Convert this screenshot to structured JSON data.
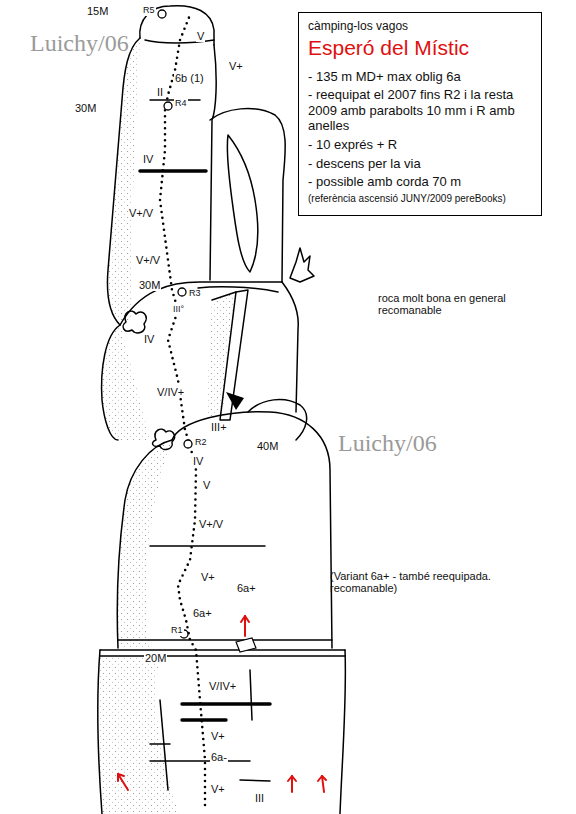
{
  "diagram": {
    "nodes": [
      {
        "text": [
          "càmping-los vagos",
          "Esperó del Místic",
          "- 135 m MD+ max oblig 6a",
          "- reequipat el 2007 fins R2 i la resta 2009 amb parabolts 10 mm i R amb anelles",
          "- 10 exprés + R",
          "- descens per la via",
          "- possible amb corda 70 m",
          "(referència ascensió JUNY/2009 pereBooks)"
        ]
      }
    ],
    "labels": [
      "15M",
      "R5",
      "V",
      "V+",
      "6b (1)",
      "II",
      "R4",
      "30M",
      "IV",
      "V+/V",
      "V+/V",
      "30M",
      "R3",
      "III°",
      "IV",
      "V/IV+",
      "III+",
      "R2",
      "40M",
      "IV",
      "V",
      "V+/V",
      "V+",
      "6a+",
      "6a+",
      "R1",
      "20M",
      "V/IV+",
      "V+",
      "6a-",
      "V+",
      "III",
      "Luichy/06",
      "Luichy/06",
      "roca molt bona en general recomanable",
      "(Variant 6a+ - també reequipada. recomanable)"
    ]
  }
}
